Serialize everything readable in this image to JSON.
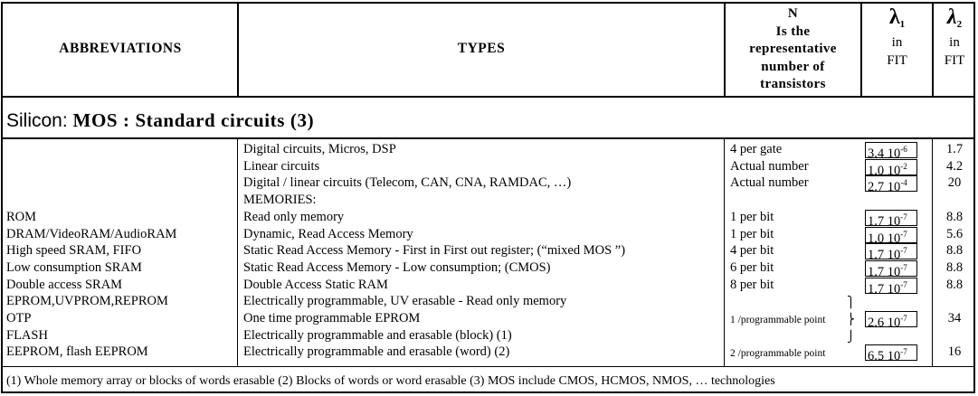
{
  "headers": {
    "abbreviations": "ABBREVIATIONS",
    "types": "TYPES",
    "n_lines": [
      "N",
      "Is the",
      "representative",
      "number of",
      "transistors"
    ],
    "lambda1_symbol": "λ",
    "lambda1_sub": "1",
    "lambda1_in": "in",
    "lambda1_unit": "FIT",
    "lambda2_symbol": "λ",
    "lambda2_sub": "2",
    "lambda2_in": "in",
    "lambda2_unit": "FIT"
  },
  "section": {
    "prefix": "Silicon: ",
    "title": "MOS : Standard circuits (3)"
  },
  "rows": [
    {
      "abbr": "",
      "type": "Digital circuits, Micros, DSP",
      "n": "4 per gate",
      "l1_base": "3.4 10",
      "l1_exp": "-6",
      "l2": "1.7"
    },
    {
      "abbr": "",
      "type": "Linear circuits",
      "n": "Actual number",
      "l1_base": "1.0 10",
      "l1_exp": "-2",
      "l2": "4.2"
    },
    {
      "abbr": "",
      "type": "Digital / linear circuits (Telecom, CAN, CNA, RAMDAC, …)",
      "n": "Actual number",
      "l1_base": "2.7 10",
      "l1_exp": "-4",
      "l2": "20"
    },
    {
      "abbr": "",
      "type": "MEMORIES:",
      "n": "",
      "l1_base": "",
      "l1_exp": "",
      "l2": ""
    },
    {
      "abbr": "ROM",
      "type": "Read only memory",
      "n": "1 per bit",
      "l1_base": "1.7 10",
      "l1_exp": "-7",
      "l2": "8.8"
    },
    {
      "abbr": "DRAM/VideoRAM/AudioRAM",
      "type": "Dynamic, Read Access Memory",
      "n": "1 per bit",
      "l1_base": "1.0 10",
      "l1_exp": "-7",
      "l2": "5.6"
    },
    {
      "abbr": "High speed SRAM, FIFO",
      "type": "Static Read Access Memory - First in First out register; (“mixed MOS ”)",
      "n": "4 per bit",
      "l1_base": "1.7 10",
      "l1_exp": "-7",
      "l2": "8.8"
    },
    {
      "abbr": "Low consumption SRAM",
      "type": "Static Read Access Memory - Low consumption; (CMOS)",
      "n": "6 per bit",
      "l1_base": "1.7 10",
      "l1_exp": "-7",
      "l2": "8.8"
    },
    {
      "abbr": "Double access SRAM",
      "type": "Double Access Static RAM",
      "n": "8 per bit",
      "l1_base": "1.7 10",
      "l1_exp": "-7",
      "l2": "8.8"
    },
    {
      "abbr": "EPROM,UVPROM,REPROM",
      "type": "Electrically programmable, UV erasable - Read only memory",
      "n": "",
      "l1_base": "",
      "l1_exp": "",
      "l2": ""
    },
    {
      "abbr": "OTP",
      "type": "One time programmable EPROM",
      "n": "1 /programmable point",
      "l1_base": "2.6 10",
      "l1_exp": "-7",
      "l2": "34"
    },
    {
      "abbr": "FLASH",
      "type": "Electrically programmable and erasable (block) (1)",
      "n": "",
      "l1_base": "",
      "l1_exp": "",
      "l2": ""
    },
    {
      "abbr": "EEPROM, flash EEPROM",
      "type": "Electrically programmable and erasable (word) (2)",
      "n": "2 /programmable point",
      "l1_base": "6.5 10",
      "l1_exp": "-7",
      "l2": "16"
    }
  ],
  "footnote": "(1) Whole memory array or blocks of words erasable  (2) Blocks of words or word erasable  (3) MOS include CMOS, HCMOS, NMOS, … technologies"
}
